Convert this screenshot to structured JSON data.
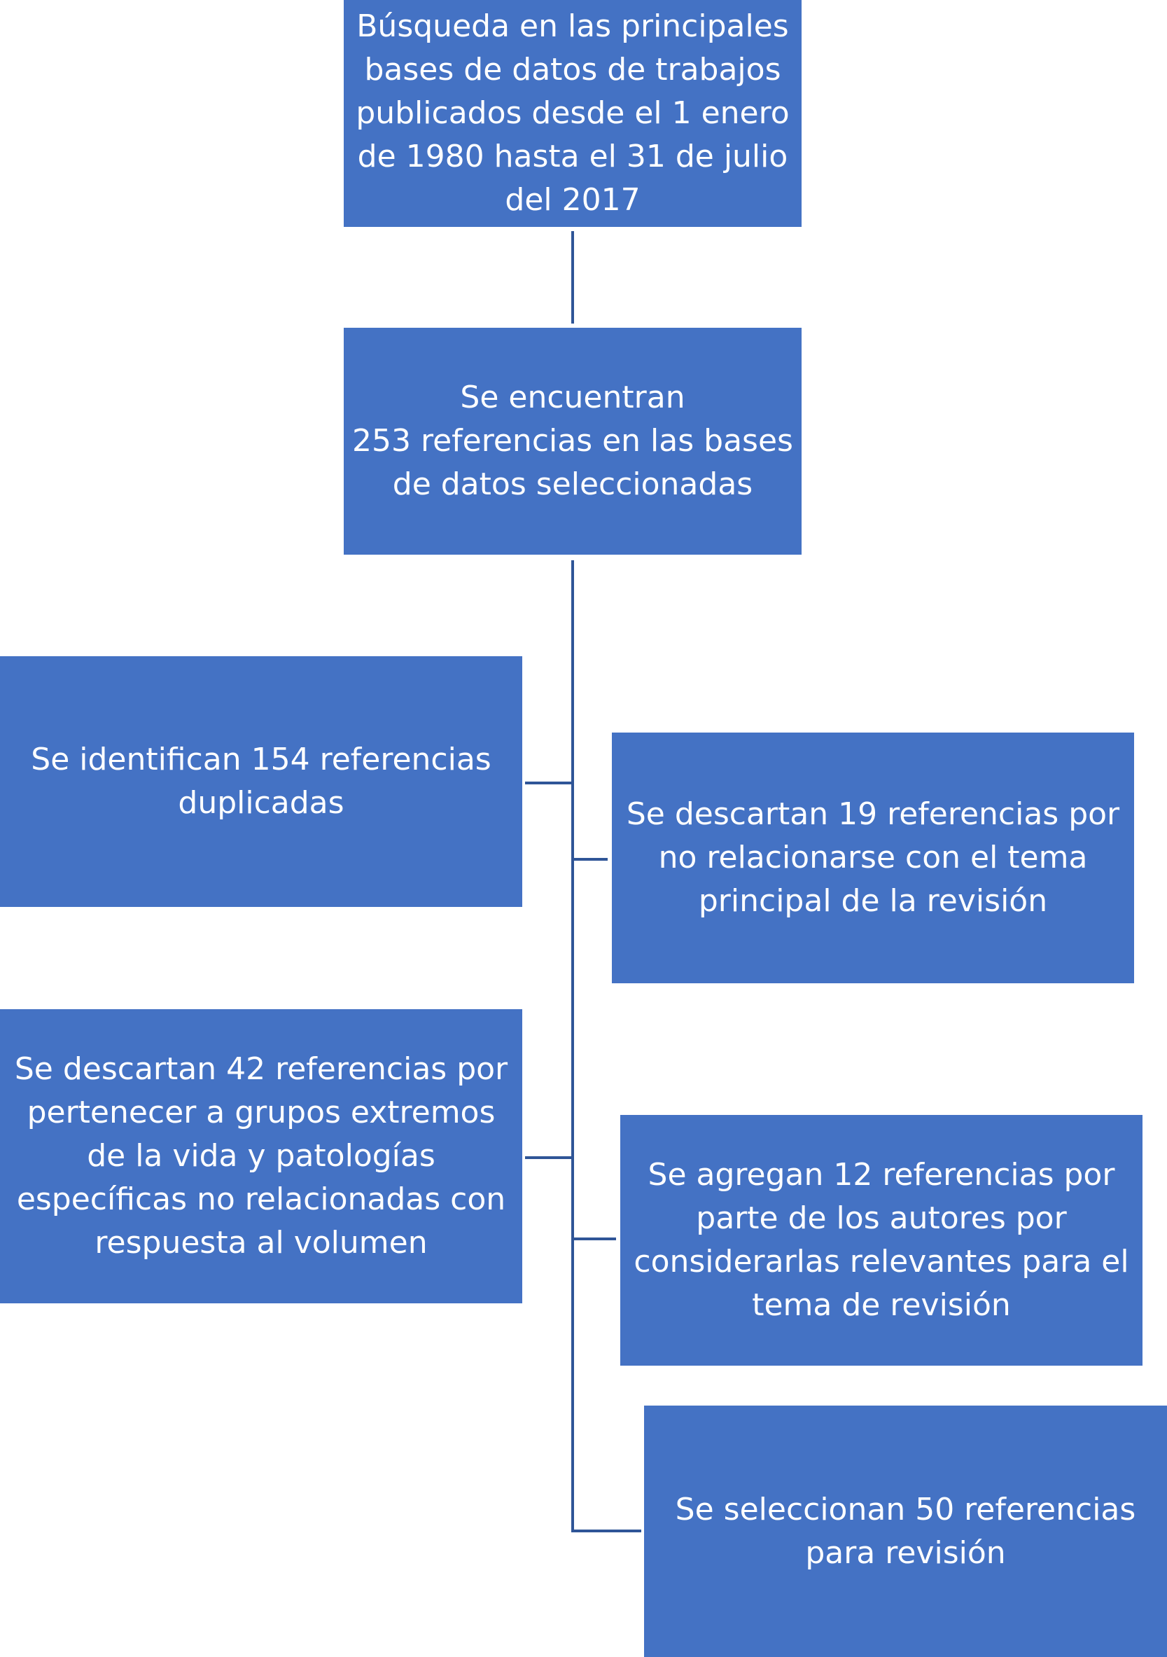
{
  "colors": {
    "box_fill": "#4472c4",
    "connector": "#2f5597",
    "text": "#ffffff"
  },
  "boxes": {
    "search": {
      "lines": [
        "Búsqueda en las principales",
        "bases de datos de trabajos",
        "publicados desde el 1 enero",
        "de 1980 hasta el 31 de julio",
        "del 2017"
      ]
    },
    "found": {
      "lines": [
        "Se encuentran",
        "253 referencias en las bases",
        "de datos seleccionadas"
      ]
    },
    "duplicates": {
      "lines": [
        "Se identifican 154 referencias",
        "duplicadas"
      ]
    },
    "discard_topic": {
      "lines": [
        "Se descartan 19 referencias por",
        "no relacionarse con el tema",
        "principal de la revisión"
      ]
    },
    "discard_groups": {
      "lines": [
        "Se descartan 42 referencias por",
        "pertenecer a grupos extremos",
        "de la vida y patologías",
        "específicas no relacionadas con",
        "respuesta  al volumen"
      ]
    },
    "added": {
      "lines": [
        "Se agregan 12 referencias por",
        "parte de los autores por",
        "considerarlas relevantes para el",
        "tema de revisión"
      ]
    },
    "selected": {
      "lines": [
        "Se seleccionan 50 referencias",
        "para revisión"
      ]
    }
  }
}
